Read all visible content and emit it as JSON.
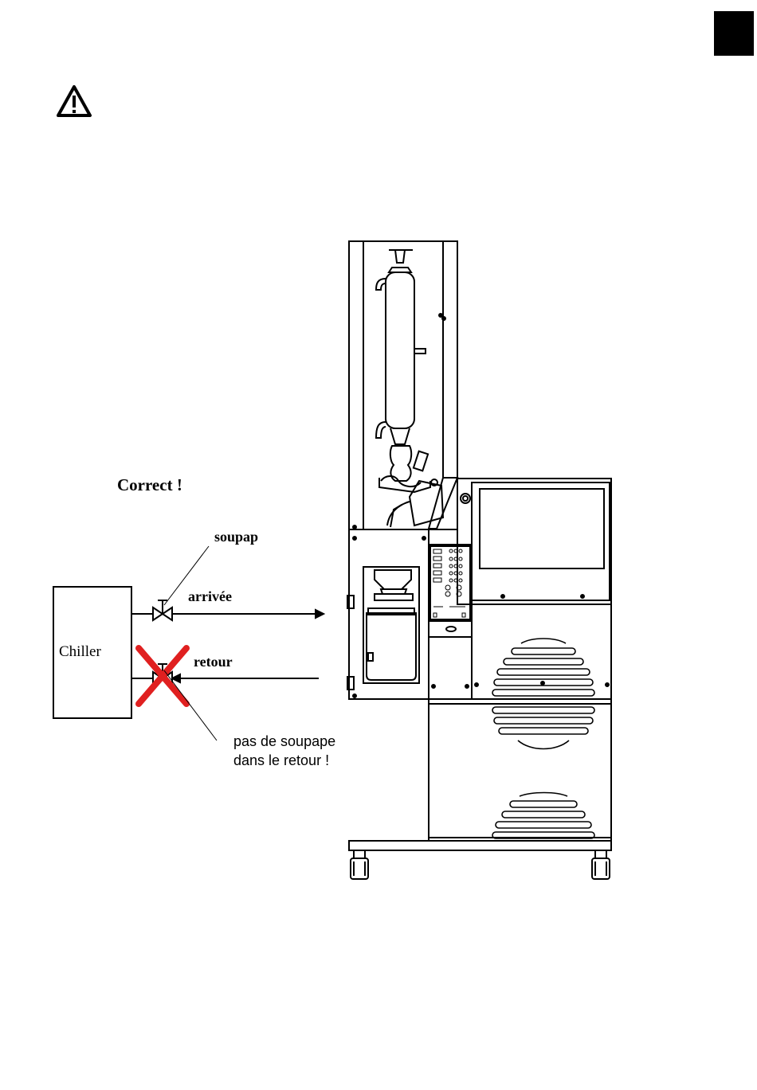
{
  "labels": {
    "correct": "Correct !",
    "valve": "soupap",
    "supply": "arrivée",
    "chiller": "Chiller",
    "return": "retour",
    "note_line1": "pas de soupape",
    "note_line2": "dans le retour !"
  },
  "icons": {
    "warning": "warning-triangle-icon",
    "reject": "red-cross-icon",
    "valve": "valve-icon",
    "fan_grille": "fan-grille-icon",
    "caster": "caster-wheel-icon"
  },
  "colors": {
    "line": "#000000",
    "cross": "#e02020",
    "background": "#ffffff"
  }
}
